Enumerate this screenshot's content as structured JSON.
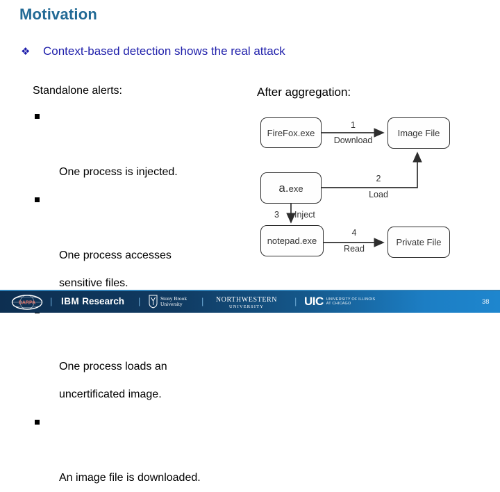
{
  "slide": {
    "title": "Motivation",
    "bullet_glyph": "❖",
    "bullet_text": "Context-based detection shows the real attack"
  },
  "left": {
    "heading": "Standalone alerts:",
    "items": [
      "One process is injected.",
      "One process accesses\nsensitive files.",
      "One process loads an\nuncertificated image.",
      "An image file is downloaded."
    ]
  },
  "right": {
    "heading": "After aggregation:",
    "diagram": {
      "nodes": {
        "firefox": "FireFox.exe",
        "image_file": "Image File",
        "a_exe": "a.exe",
        "notepad": "notepad.exe",
        "private_file": "Private File"
      },
      "edges": [
        {
          "num": "1",
          "label": "Download"
        },
        {
          "num": "2",
          "label": "Load"
        },
        {
          "num": "3",
          "label": "Inject"
        },
        {
          "num": "4",
          "label": "Read"
        }
      ]
    }
  },
  "footer": {
    "separator": "|",
    "page_number": "38",
    "logos": {
      "darpa": "DARPA",
      "ibm": "IBM",
      "ibm_research": "Research",
      "stony_line1": "Stony Brook",
      "stony_line2": "University",
      "northwestern_line1": "NORTHWESTERN",
      "northwestern_line2": "UNIVERSITY",
      "uic": "UIC",
      "uic_line1": "UNIVERSITY OF ILLINOIS",
      "uic_line2": "AT CHICAGO"
    }
  }
}
